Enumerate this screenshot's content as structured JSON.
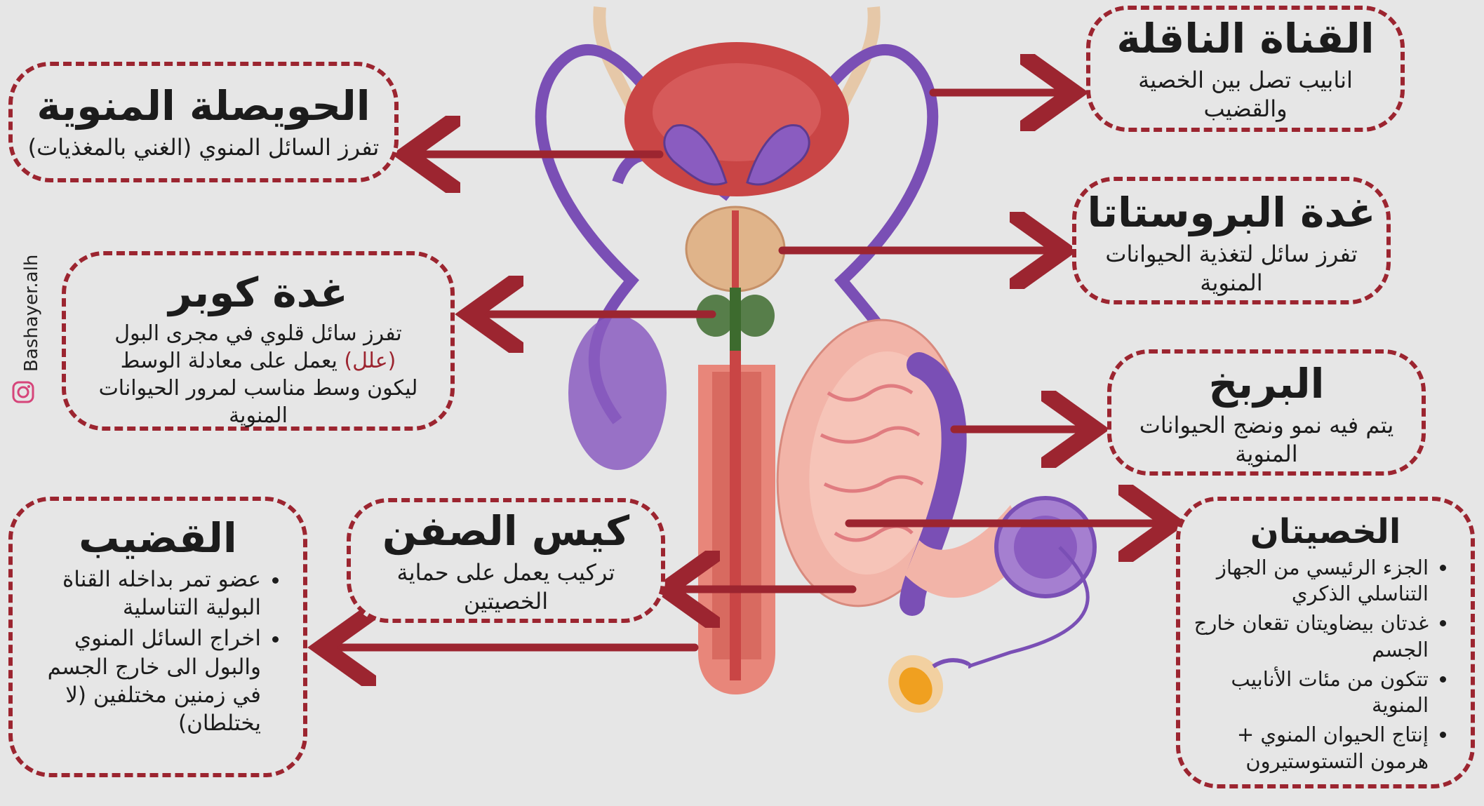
{
  "colors": {
    "accent": "#9c2530",
    "background": "#e6e6e6",
    "purple": "#7a4fb5",
    "prostate": "#e0b48a",
    "bladder": "#c94545"
  },
  "watermark": {
    "handle": "Bashayer.alh",
    "icon": "instagram-icon"
  },
  "labels": {
    "vas_deferens": {
      "title": "القناة الناقلة",
      "desc": "انابيب تصل بين الخصية والقضيب"
    },
    "seminal_vesicle": {
      "title": "الحويصلة المنوية",
      "desc": "تفرز السائل المنوي (الغني بالمغذيات)"
    },
    "prostate": {
      "title": "غدة البروستاتا",
      "desc": "تفرز سائل لتغذية الحيوانات المنوية"
    },
    "cowper": {
      "title": "غدة كوبر",
      "desc_1": "تفرز سائل قلوي في مجرى البول",
      "reason": "(علل)",
      "desc_2": "يعمل على معادلة الوسط ليكون وسط مناسب لمرور الحيوانات المنوية"
    },
    "epididymis": {
      "title": "البربخ",
      "desc": "يتم فيه نمو ونضج الحيوانات المنوية"
    },
    "scrotum": {
      "title": "كيس الصفن",
      "desc": "تركيب يعمل على حماية الخصيتين"
    },
    "penis": {
      "title": "القضيب",
      "items": [
        "عضو تمر بداخله القناة البولية التناسلية",
        "اخراج السائل المنوي والبول الى خارج الجسم في زمنين مختلفين (لا يختلطان)"
      ]
    },
    "testes": {
      "title": "الخصيتان",
      "items": [
        "الجزء الرئيسي من الجهاز التناسلي الذكري",
        "غدتان بيضاويتان تقعان خارج الجسم",
        "تتكون من مئات الأنابيب المنوية",
        "إنتاج الحيوان المنوي + هرمون التستوستيرون"
      ]
    }
  }
}
